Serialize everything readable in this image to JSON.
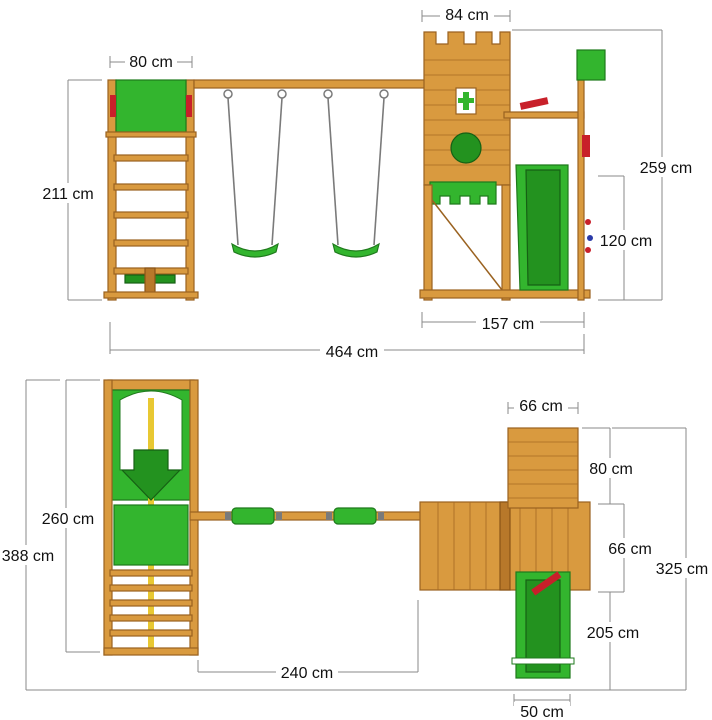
{
  "colors": {
    "wood": "#d99a3f",
    "wood_dark": "#b8782a",
    "green": "#33b52e",
    "green_dark": "#23921f",
    "red": "#c8202a",
    "rope": "#7a7a7a",
    "dimension_line": "#8a8a8a",
    "text": "#111111"
  },
  "side_view": {
    "ladder_width": "80 cm",
    "tower_width": "84 cm",
    "ladder_height": "211 cm",
    "total_height": "259 cm",
    "slide_platform_height": "120 cm",
    "tower_depth": "157 cm",
    "total_length": "464 cm"
  },
  "top_view": {
    "canopy_width": "66 cm",
    "canopy_depth": "80 cm",
    "tower_length": "260 cm",
    "total_depth": "388 cm",
    "platform_depth": "66 cm",
    "total_width": "325 cm",
    "slide_length": "205 cm",
    "swing_beam_length": "240 cm",
    "slide_width": "50 cm"
  }
}
